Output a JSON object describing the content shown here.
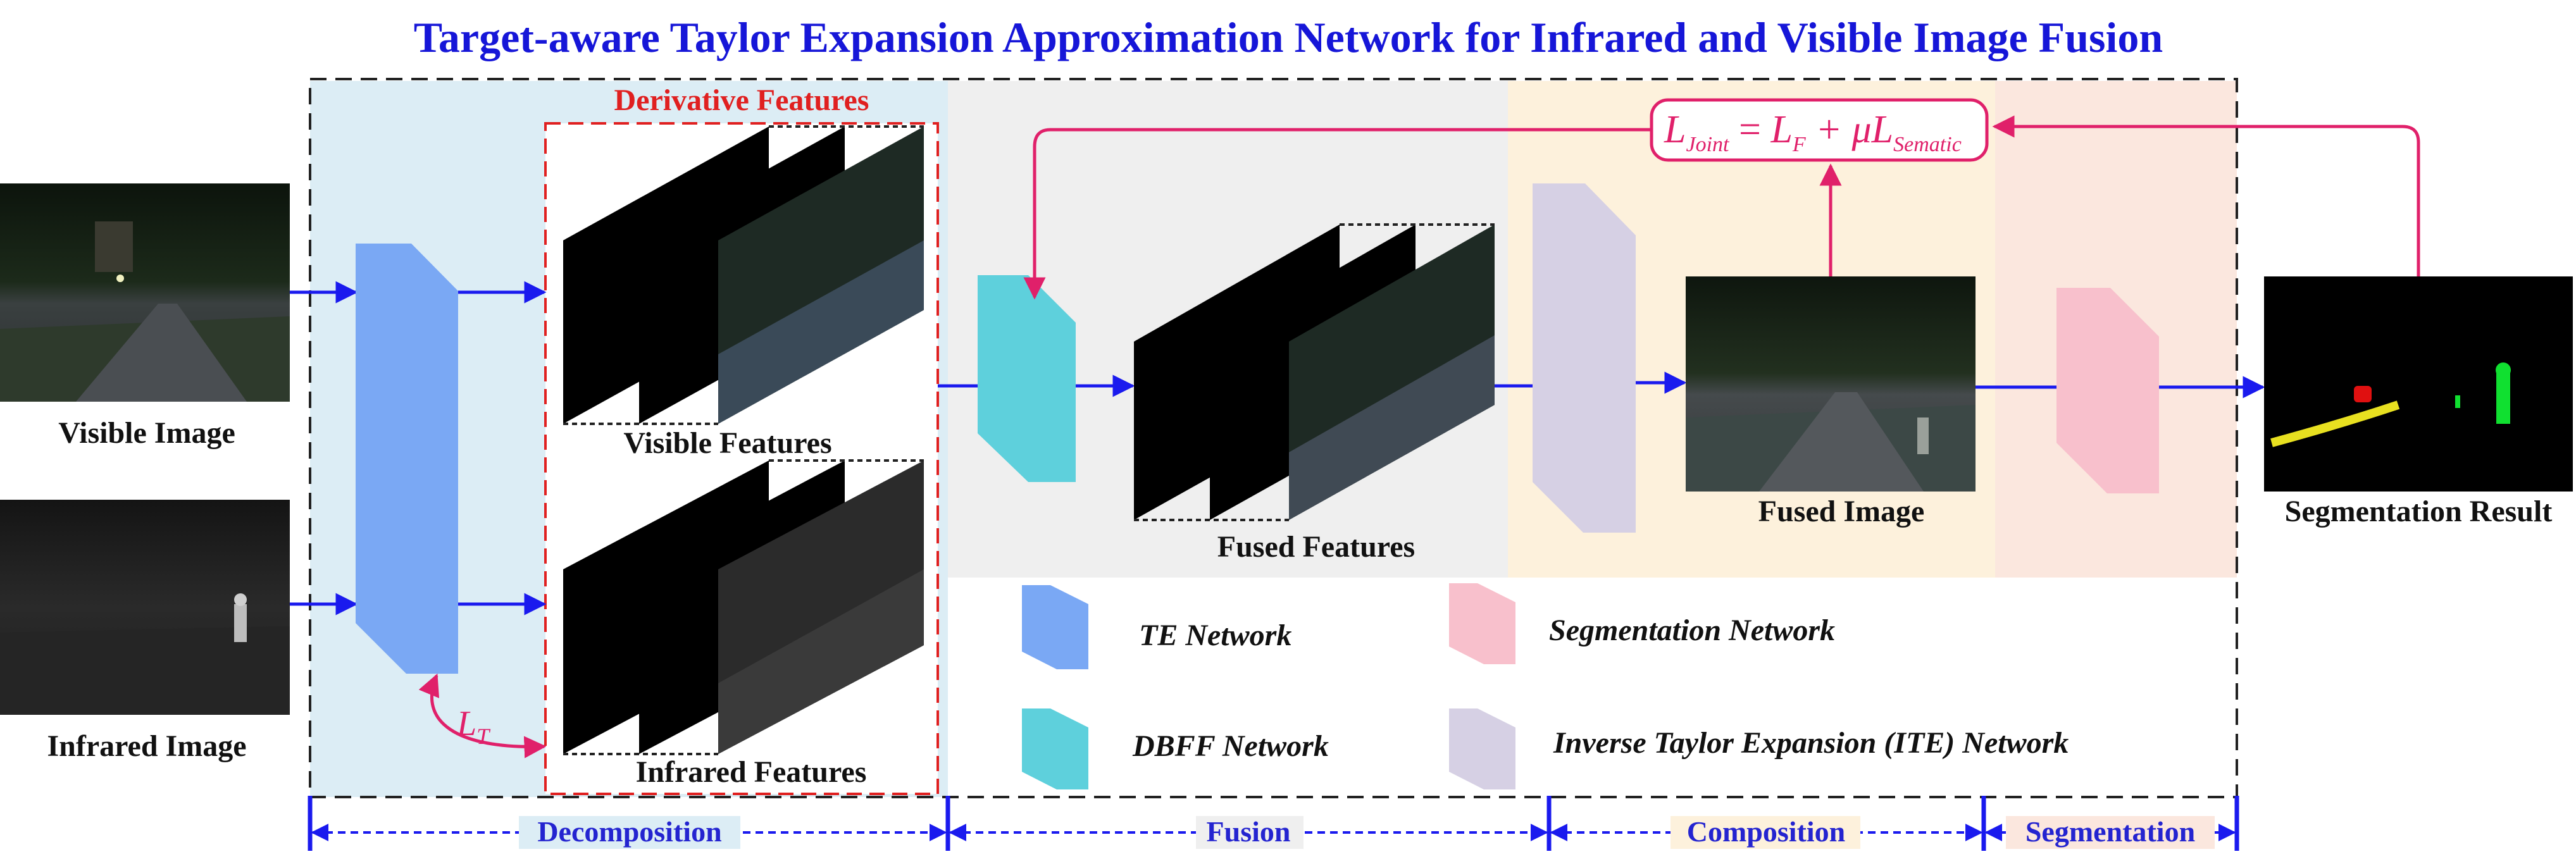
{
  "title": "Target-aware Taylor Expansion Approximation Network for Infrared and Visible Image Fusion",
  "inputs": {
    "visible": "Visible Image",
    "infrared": "Infrared Image"
  },
  "features": {
    "group": "Derivative Features",
    "visible": "Visible Features",
    "infrared": "Infrared Features",
    "fused": "Fused Features"
  },
  "outputs": {
    "fused_image": "Fused Image",
    "segmentation": "Segmentation Result"
  },
  "losses": {
    "taylor": {
      "symbol": "L",
      "sub": "T"
    },
    "joint": {
      "lhs": "L",
      "lhs_sub": "Joint",
      "eq": " = ",
      "f": "L",
      "f_sub": "F",
      "plus": " + μ",
      "s": "L",
      "s_sub": "Sematic"
    }
  },
  "legend": {
    "te": "TE Network",
    "dbff": "DBFF Network",
    "seg": "Segmentation Network",
    "ite": "Inverse Taylor Expansion (ITE) Network"
  },
  "stages": [
    "Decomposition",
    "Fusion",
    "Composition",
    "Segmentation"
  ],
  "colors": {
    "title": "#1616d8",
    "arrow": "#1a1aee",
    "loss": "#e0206a",
    "te": "#7aa8f4",
    "dbff": "#5ed0dc",
    "seg": "#f8c0cc",
    "ite": "#d6d0e4",
    "decomposition_bg": "#dcedf5",
    "fusion_bg": "#efefef",
    "composition_bg": "#fdf1dc",
    "segmentation_bg": "#fbe7de"
  }
}
